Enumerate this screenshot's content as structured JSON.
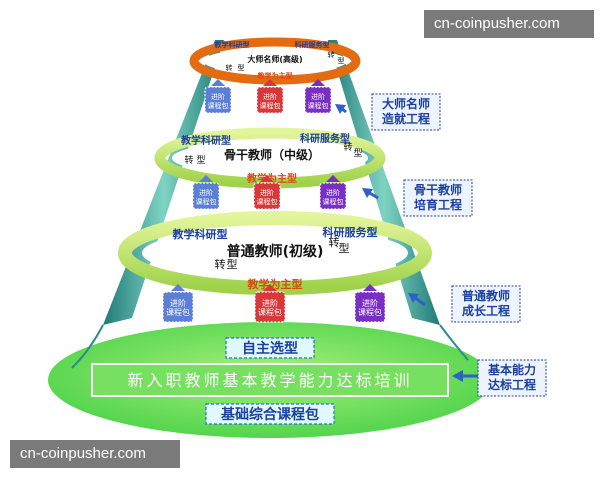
{
  "watermarks": {
    "top": "cn-coinpusher.com",
    "bottom": "cn-coinpusher.com"
  },
  "levels": [
    {
      "id": "master",
      "title": "大师名师(高级)",
      "left_top": "教学科研型",
      "right_top": "科研服务型",
      "zhuan": "转 型",
      "bottom": "教学为主型",
      "packs": [
        "进阶\n课程包",
        "进阶\n课程包",
        "进阶\n课程包"
      ],
      "project": "大师名师\n造就工程"
    },
    {
      "id": "backbone",
      "title": "骨干教师（中级）",
      "left_top": "教学科研型",
      "right_top": "科研服务型",
      "zhuan": "转 型",
      "bottom": "教学为主型",
      "packs": [
        "进阶\n课程包",
        "进阶\n课程包",
        "进阶\n课程包"
      ],
      "project": "骨干教师\n培育工程"
    },
    {
      "id": "ordinary",
      "title": "普通教师(初级)",
      "left_top": "教学科研型",
      "right_top": "科研服务型",
      "zhuan": "转 型",
      "bottom": "教学为主型",
      "packs": [
        "进阶\n课程包",
        "进阶\n课程包",
        "进阶\n课程包"
      ],
      "project": "普通教师\n成长工程"
    }
  ],
  "base": {
    "top_label": "自主选型",
    "main_label": "新入职教师基本教学能力达标培训",
    "bottom_label": "基础综合课程包",
    "project": "基本能力\n达标工程"
  },
  "colors": {
    "pack_blue": "#5b7fd6",
    "pack_red": "#d9383a",
    "pack_purple": "#7a2fc4",
    "project_text": "#1b3f9e",
    "arrow_blue": "#2f5fc9",
    "ring_green": "#b8e05a",
    "base_green": "#72e25a",
    "pillar": "#2e8b8a"
  }
}
